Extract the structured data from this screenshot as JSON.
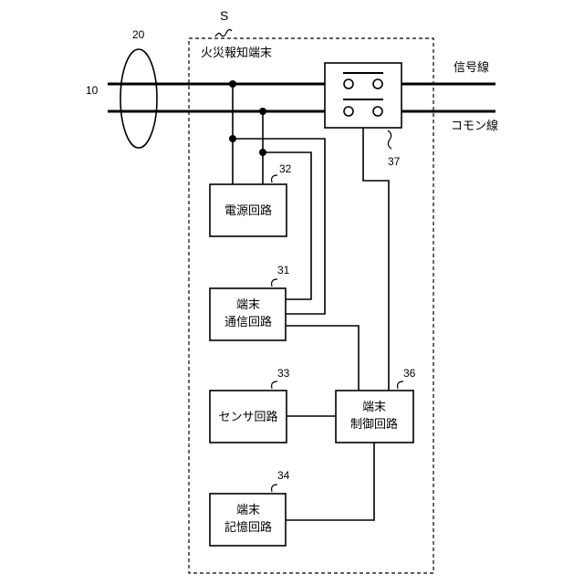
{
  "terminal": {
    "ref": "S",
    "title": "火災報知端末"
  },
  "lines": {
    "ref": "10",
    "loop_ref": "20",
    "signal_label": "信号線",
    "common_label": "コモン線"
  },
  "switch": {
    "ref": "37"
  },
  "blocks": {
    "power": {
      "ref": "32",
      "label": "電源回路"
    },
    "comm": {
      "ref": "31",
      "line1": "端末",
      "line2": "通信回路"
    },
    "sensor": {
      "ref": "33",
      "label": "センサ回路"
    },
    "control": {
      "ref": "36",
      "line1": "端末",
      "line2": "制御回路"
    },
    "memory": {
      "ref": "34",
      "line1": "端末",
      "line2": "記憶回路"
    }
  }
}
